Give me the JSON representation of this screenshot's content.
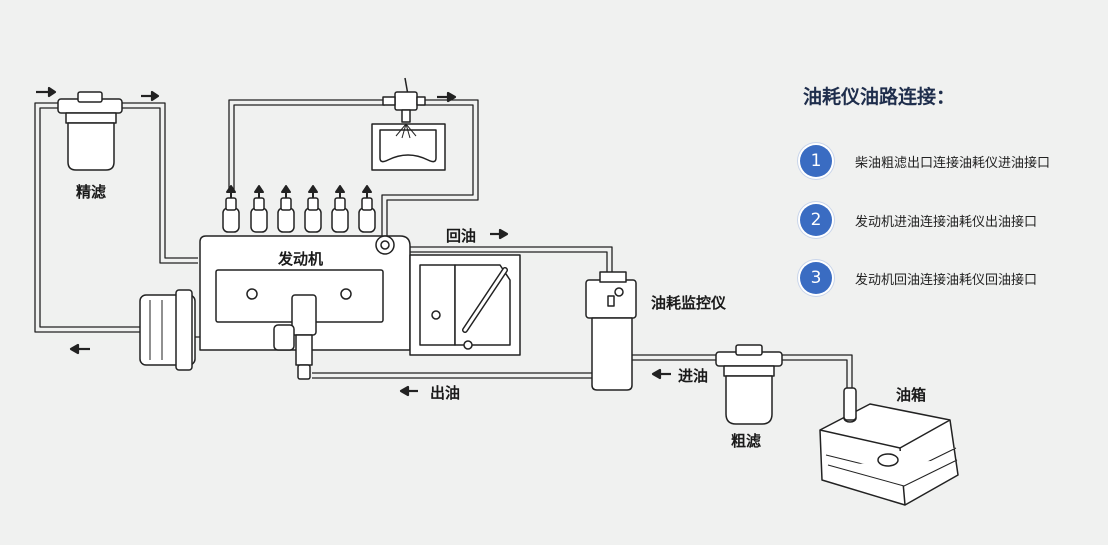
{
  "labels": {
    "fine_filter": "精滤",
    "engine": "发动机",
    "return_oil": "回油",
    "monitor": "油耗监控仪",
    "out_oil": "出油",
    "in_oil": "进油",
    "coarse_filter": "粗滤",
    "tank": "油箱"
  },
  "legend": {
    "title": "油耗仪油路连接：",
    "steps": [
      {
        "num": "1",
        "text": "柴油粗滤出口连接油耗仪进油接口"
      },
      {
        "num": "2",
        "text": "发动机进油连接油耗仪出油接口"
      },
      {
        "num": "3",
        "text": "发动机回油连接油耗仪回油接口"
      }
    ]
  },
  "colors": {
    "background": "#f0f1f0",
    "accent": "#3a6cc2",
    "title": "#1f2e4c",
    "line": "#222222"
  }
}
